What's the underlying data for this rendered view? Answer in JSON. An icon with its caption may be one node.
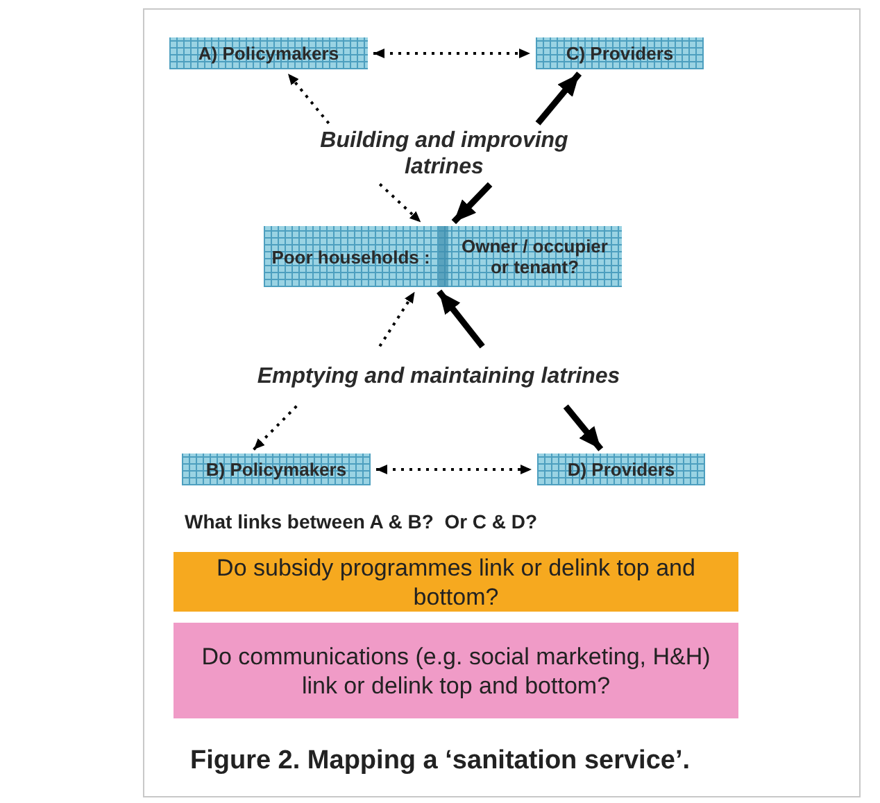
{
  "diagram": {
    "caption": "Figure 2. Mapping a ‘sanitation service’.",
    "nodes": [
      {
        "text": [
          "A) Policymakers"
        ]
      },
      {
        "text": [
          "C) Providers"
        ]
      },
      {
        "text": [
          "Building and improving latrines"
        ]
      },
      {
        "text": [
          "Poor households :",
          "Owner / occupier or tenant?"
        ]
      },
      {
        "text": [
          "Emptying and maintaining latrines"
        ]
      },
      {
        "text": [
          "B) Policymakers"
        ]
      },
      {
        "text": [
          "D) Providers"
        ]
      },
      {
        "text": [
          "Do subsidy programmes link or delink top and bottom?"
        ]
      },
      {
        "text": [
          "Do communications (e.g. social marketing, H&H) link or delink top and bottom?"
        ]
      }
    ],
    "edges": [
      {
        "from": 0,
        "to": 1,
        "arrow": "both",
        "style": "dashed"
      },
      {
        "from": 2,
        "to": 0,
        "arrow": "to",
        "style": "dashed"
      },
      {
        "from": 2,
        "to": 1,
        "arrow": "to",
        "style": "thick"
      },
      {
        "from": 2,
        "to": 3,
        "arrow": "to",
        "style": "dashed"
      },
      {
        "from": 2,
        "to": 3,
        "arrow": "to",
        "style": "thick"
      },
      {
        "from": 4,
        "to": 3,
        "arrow": "to",
        "style": "dashed"
      },
      {
        "from": 4,
        "to": 3,
        "arrow": "to",
        "style": "thick"
      },
      {
        "from": 4,
        "to": 5,
        "arrow": "to",
        "style": "dashed"
      },
      {
        "from": 4,
        "to": 6,
        "arrow": "to",
        "style": "thick"
      },
      {
        "from": 5,
        "to": 6,
        "arrow": "both",
        "style": "dashed"
      }
    ],
    "labels": [
      "What links between A & B?  Or C & D?"
    ]
  }
}
